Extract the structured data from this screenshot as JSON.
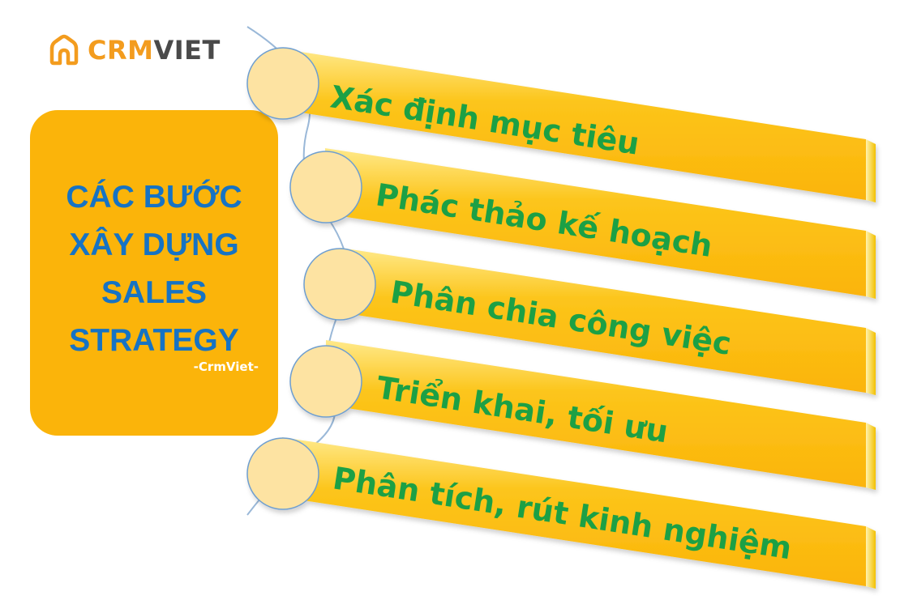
{
  "logo": {
    "part1": "CRM",
    "part2": "VIET",
    "icon": "house-arch-icon",
    "colors": {
      "part1": "#f39c1e",
      "part2": "#4a4a4a"
    }
  },
  "title_card": {
    "title": "CÁC BƯỚC\nXÂY DỰNG\nSALES\nSTRATEGY",
    "subtitle": "-CrmViet-",
    "colors": {
      "background": "#fbb40a",
      "title": "#1673c4",
      "subtitle": "#ffffff"
    }
  },
  "steps": [
    {
      "label": "Xác định mục tiêu"
    },
    {
      "label": "Phác thảo kế hoạch"
    },
    {
      "label": "Phân chia công việc"
    },
    {
      "label": "Triển khai, tối ưu"
    },
    {
      "label": "Phân tích, rút kinh nghiệm"
    }
  ],
  "colors": {
    "bar": "#fbbf0a",
    "bar_highlight": "#ffe98a",
    "bar_side": "#f4c200",
    "circle_fill": "#fde3a2",
    "circle_stroke": "#6e9ed0",
    "step_text": "#1fa045",
    "arc": "#9ab8d8"
  }
}
